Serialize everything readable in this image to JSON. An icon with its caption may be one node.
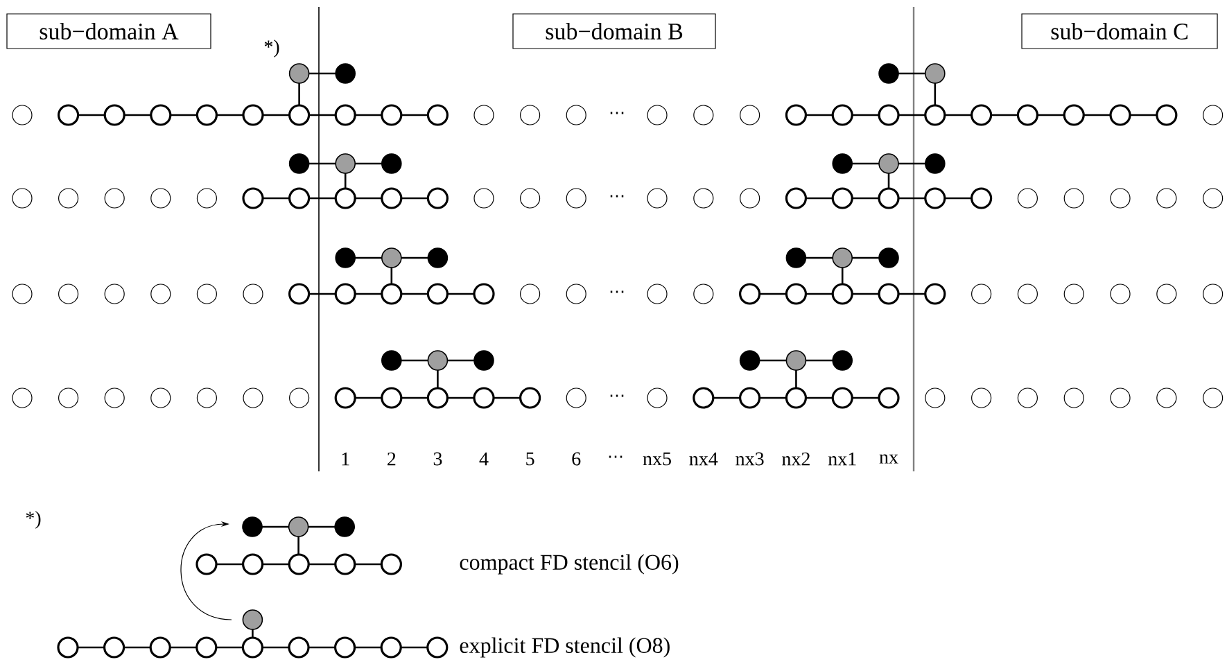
{
  "diagram": {
    "nodes": [
      {
        "text": [
          "sub−domain A"
        ]
      },
      {
        "text": [
          "sub−domain B"
        ]
      },
      {
        "text": [
          "sub−domain C"
        ]
      },
      {
        "text": [],
        "shape": "picture",
        "beside": [
          "compact FD stencil (O6)"
        ]
      },
      {
        "text": [],
        "shape": "picture",
        "beside": [
          "explicit FD stencil (O8)"
        ]
      }
    ],
    "edges": [
      {
        "from": 4,
        "to": 3,
        "arrow": "to"
      }
    ],
    "labels": [
      "*)",
      "⋯",
      "⋯",
      "⋯",
      "⋯",
      "1",
      "2",
      "3",
      "4",
      "5",
      "6",
      "⋯",
      "nx5",
      "nx4",
      "nx3",
      "nx2",
      "nx1",
      "nx",
      "*)"
    ]
  }
}
